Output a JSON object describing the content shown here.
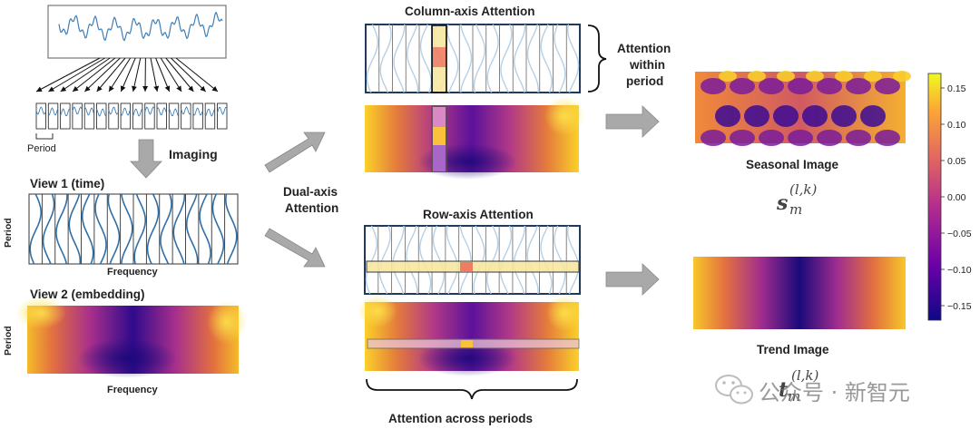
{
  "labels": {
    "period_small": "Period",
    "imaging": "Imaging",
    "view1": "View 1 (time)",
    "view2": "View 2 (embedding)",
    "period_axis": "Period",
    "frequency_axis": "Frequency",
    "dual_axis_1": "Dual-axis",
    "dual_axis_2": "Attention",
    "column_attention": "Column-axis Attention",
    "row_attention": "Row-axis Attention",
    "within_1": "Attention",
    "within_2": "within",
    "within_3": "period",
    "across": "Attention across periods",
    "seasonal": "Seasonal Image",
    "trend": "Trend Image",
    "sym_s": "s",
    "sym_t": "t",
    "sub_m": "m",
    "sup_lk": "(l,k)"
  },
  "colorbar": {
    "ticks": [
      "0.15",
      "0.10",
      "0.05",
      "0.00",
      "−0.05",
      "−0.10",
      "−0.15"
    ],
    "tick_values": [
      0.15,
      0.1,
      0.05,
      0.0,
      -0.05,
      -0.1,
      -0.15
    ],
    "range": [
      -0.17,
      0.17
    ]
  },
  "watermark": {
    "text": "公众号 · 新智元"
  },
  "colors": {
    "frame": "#1f3a5a",
    "arrow": "#a9a9a9",
    "signal": "#3f7fb5",
    "highlight_yellow": "#f6e7a1",
    "highlight_red": "#ef7d63"
  }
}
